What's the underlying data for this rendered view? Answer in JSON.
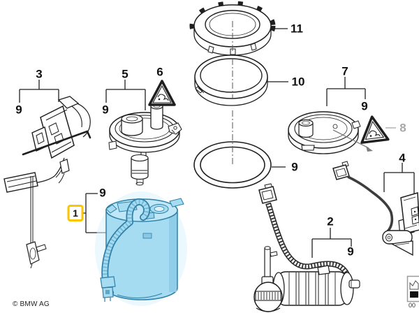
{
  "diagram": {
    "copyright": "© BMW AG",
    "doc_code": "00",
    "selected_part": "1",
    "colors": {
      "ink": "#1f1f1f",
      "highlight_fill": "#a6dcf2",
      "highlight_stroke": "#2f7fa6",
      "selected_box_border": "#fdc500",
      "muted_label": "#a8a8a8",
      "arrow_gray": "#7d7d7d"
    },
    "callouts": [
      {
        "label": "3",
        "style": "normal"
      },
      {
        "label": "9",
        "style": "normal"
      },
      {
        "label": "5",
        "style": "normal"
      },
      {
        "label": "9",
        "style": "normal"
      },
      {
        "label": "6",
        "style": "normal"
      },
      {
        "label": "11",
        "style": "normal"
      },
      {
        "label": "10",
        "style": "normal"
      },
      {
        "label": "9",
        "style": "normal"
      },
      {
        "label": "7",
        "style": "normal"
      },
      {
        "label": "9",
        "style": "normal"
      },
      {
        "label": "8",
        "style": "muted"
      },
      {
        "label": "4",
        "style": "normal"
      },
      {
        "label": "9",
        "style": "normal"
      },
      {
        "label": "1",
        "style": "selected"
      },
      {
        "label": "2",
        "style": "normal"
      },
      {
        "label": "9",
        "style": "normal"
      }
    ]
  }
}
